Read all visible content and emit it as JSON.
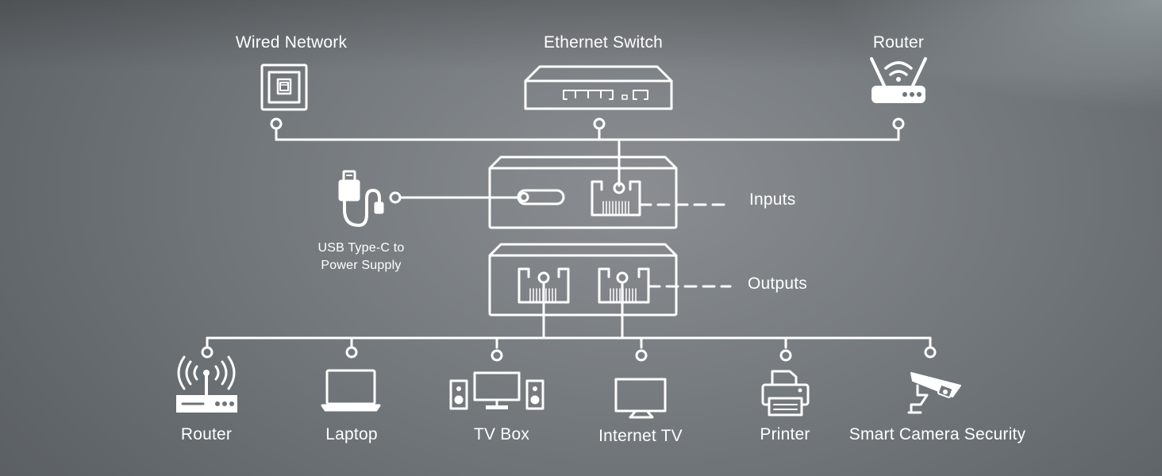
{
  "top_devices": {
    "wired_network": "Wired Network",
    "ethernet_switch": "Ethernet Switch",
    "router": "Router"
  },
  "power": {
    "line1": "USB Type-C to",
    "line2": "Power Supply"
  },
  "ports": {
    "inputs": "Inputs",
    "outputs": "Outputs"
  },
  "bottom_devices": [
    {
      "label": "Router",
      "icon": "wifi-router-icon"
    },
    {
      "label": "Laptop",
      "icon": "laptop-icon"
    },
    {
      "label": "TV Box",
      "icon": "tv-box-icon"
    },
    {
      "label": "Internet TV",
      "icon": "tv-icon"
    },
    {
      "label": "Printer",
      "icon": "printer-icon"
    },
    {
      "label": "Smart Camera Security",
      "icon": "security-camera-icon"
    }
  ],
  "colors": {
    "line": "#ffffff",
    "background": "#6f7478"
  }
}
